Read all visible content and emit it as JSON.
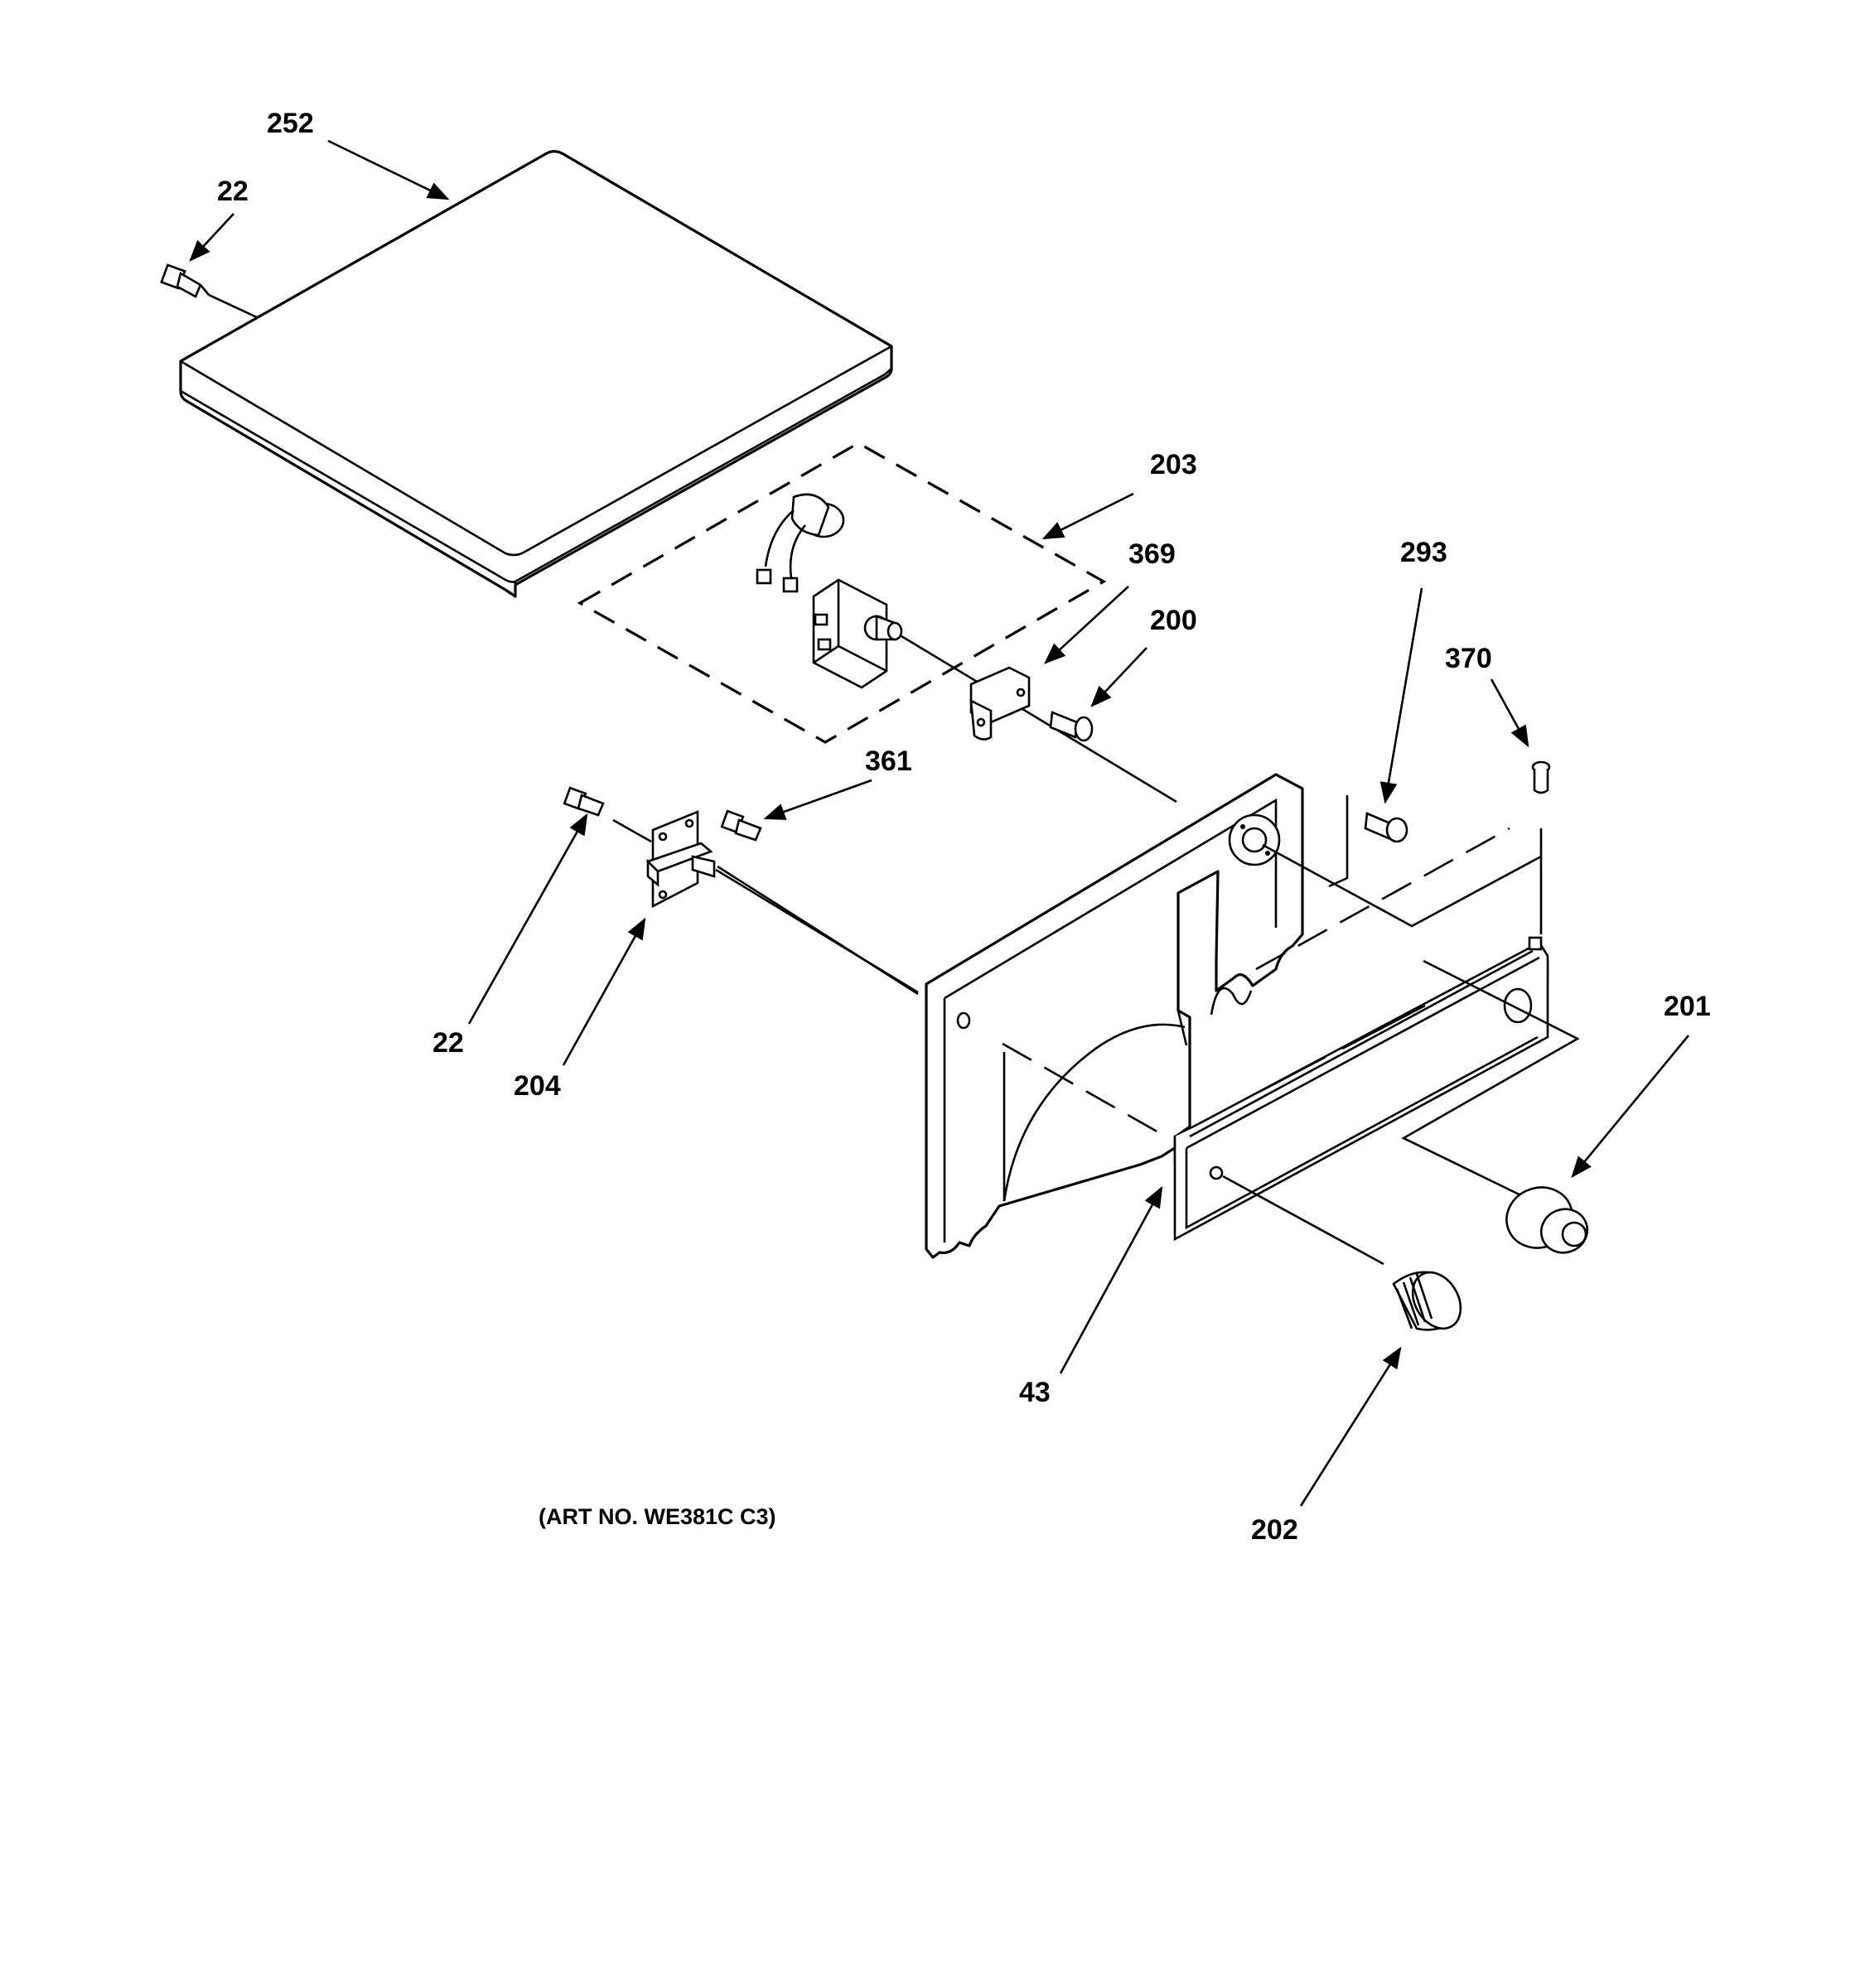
{
  "callouts": {
    "c252": "252",
    "c22_top": "22",
    "c203": "203",
    "c369": "369",
    "c200": "200",
    "c293": "293",
    "c370": "370",
    "c361": "361",
    "c22_left": "22",
    "c204": "204",
    "c201": "201",
    "c43": "43",
    "c202": "202"
  },
  "caption": "(ART NO. WE381C C3)"
}
